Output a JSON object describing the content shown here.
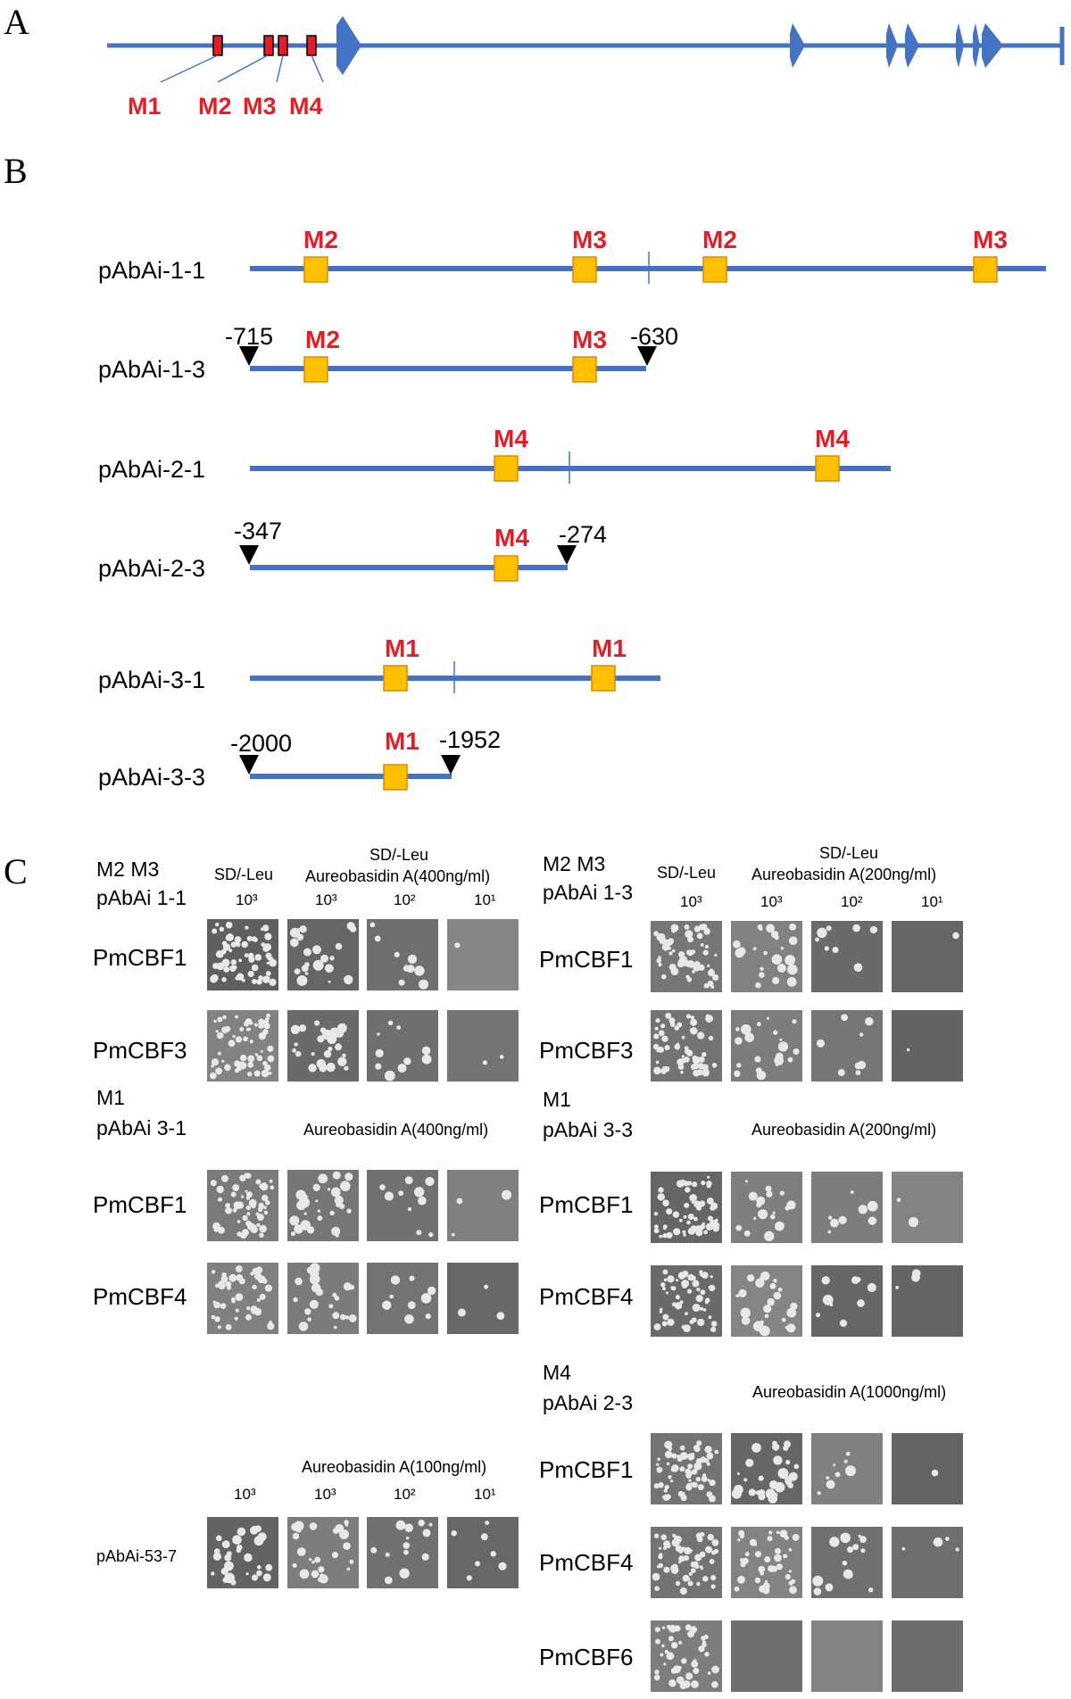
{
  "panels": {
    "a": "A",
    "b": "B",
    "c": "C"
  },
  "panel_a": {
    "motifs": [
      "M1",
      "M2",
      "M3",
      "M4"
    ]
  },
  "panel_b": {
    "constructs": [
      {
        "name": "pAbAi-1-1",
        "motifs": [
          "M2",
          "M3",
          "M2",
          "M3"
        ]
      },
      {
        "name": "pAbAi-1-3",
        "motifs": [
          "M2",
          "M3"
        ],
        "start": "-715",
        "end": "-630"
      },
      {
        "name": "pAbAi-2-1",
        "motifs": [
          "M4",
          "M4"
        ]
      },
      {
        "name": "pAbAi-2-3",
        "motifs": [
          "M4"
        ],
        "start": "-347",
        "end": "-274"
      },
      {
        "name": "pAbAi-3-1",
        "motifs": [
          "M1",
          "M1"
        ]
      },
      {
        "name": "pAbAi-3-3",
        "motifs": [
          "M1"
        ],
        "start": "-2000",
        "end": "-1952"
      }
    ]
  },
  "panel_c": {
    "groups": [
      {
        "motif": "M2 M3",
        "construct": "pAbAi 1-1",
        "sd_label": "SD/-Leu",
        "aba_label_1": "SD/-Leu",
        "aba_label_2": "Aureobasidin A(400ng/ml)",
        "dilutions": [
          "10³",
          "10³",
          "10²",
          "10¹"
        ],
        "rows": [
          "PmCBF1",
          "PmCBF3"
        ]
      },
      {
        "motif": "M2 M3",
        "construct": "pAbAi 1-3",
        "sd_label": "SD/-Leu",
        "aba_label_1": "SD/-Leu",
        "aba_label_2": "Aureobasidin A(200ng/ml)",
        "dilutions": [
          "10³",
          "10³",
          "10²",
          "10¹"
        ],
        "rows": [
          "PmCBF1",
          "PmCBF3"
        ]
      },
      {
        "motif": "M1",
        "construct": "pAbAi 3-1",
        "aba_label_2": "Aureobasidin A(400ng/ml)",
        "rows": [
          "PmCBF1",
          "PmCBF4"
        ]
      },
      {
        "motif": "M1",
        "construct": "pAbAi 3-3",
        "aba_label_2": "Aureobasidin A(200ng/ml)",
        "rows": [
          "PmCBF1",
          "PmCBF4"
        ]
      },
      {
        "motif": "M4",
        "construct": "pAbAi 2-3",
        "aba_label_2": "Aureobasidin A(1000ng/ml)",
        "rows": [
          "PmCBF1",
          "PmCBF4",
          "PmCBF6"
        ]
      },
      {
        "construct": "pAbAi-53-7",
        "aba_label_2": "Aureobasidin A(100ng/ml)",
        "dilutions": [
          "10³",
          "10³",
          "10²",
          "10¹"
        ]
      }
    ]
  },
  "colors": {
    "line": "#4472c4",
    "motif_red": "#e41e26",
    "box_orange": "#ffc000",
    "plate_bg": "#6e6e6e",
    "colony": "#e8e8e8"
  }
}
